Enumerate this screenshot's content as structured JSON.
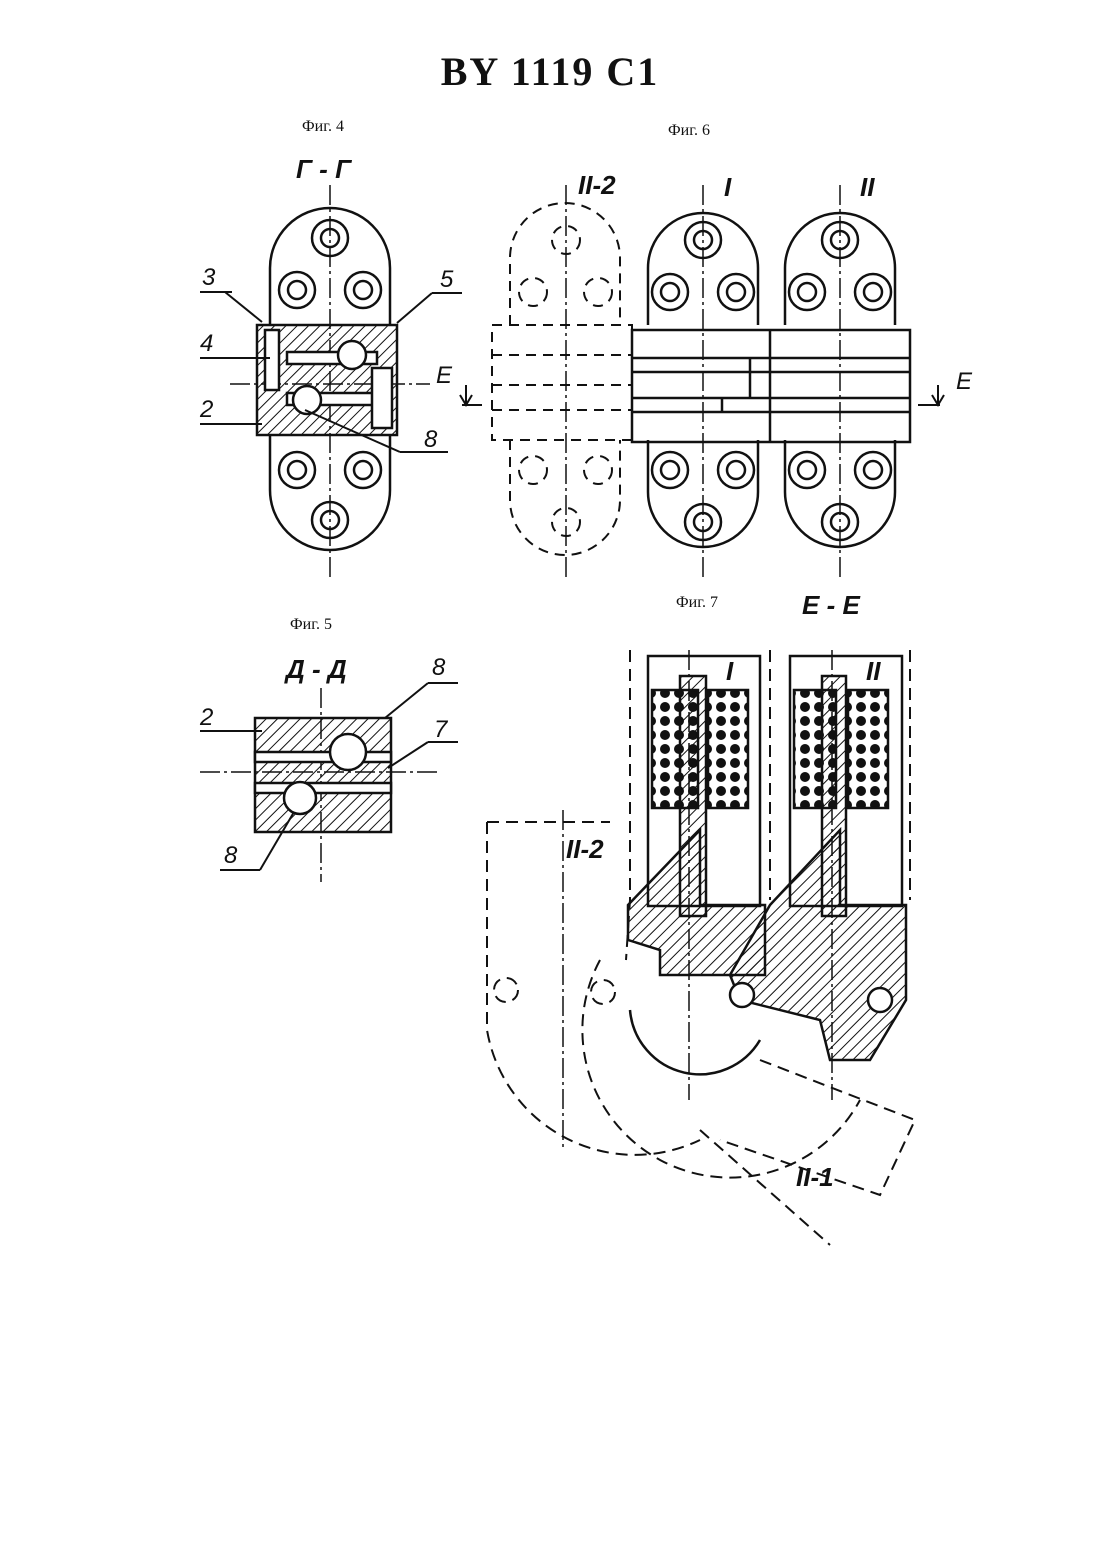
{
  "doc_id": "BY 1119 C1",
  "figures": [
    {
      "caption": "Фиг. 4",
      "section": "Г - Г",
      "labels": [
        "3",
        "4",
        "5",
        "2",
        "8"
      ]
    },
    {
      "caption": "Фиг. 5",
      "section": "Д - Д",
      "labels": [
        "8",
        "2",
        "7",
        "8"
      ]
    },
    {
      "caption": "Фиг. 6",
      "labels": [
        "II-2",
        "I",
        "II",
        "E",
        "E"
      ]
    },
    {
      "caption": "Фиг. 7",
      "section": "E - E",
      "labels": [
        "I",
        "II",
        "II-2",
        "II-1"
      ]
    }
  ],
  "colors": {
    "ink": "#111111",
    "paper": "#ffffff"
  }
}
